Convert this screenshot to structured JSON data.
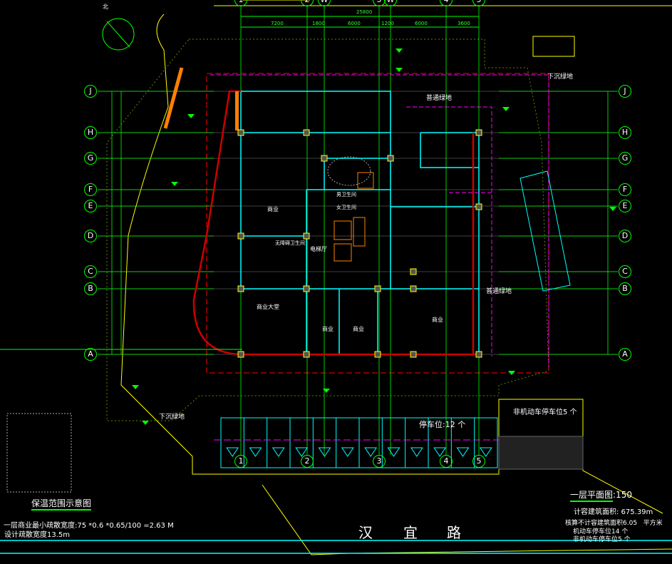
{
  "drawing": {
    "title": "一层平面图",
    "scale": ":150",
    "road_name": [
      "汉",
      "宜",
      "路"
    ],
    "insulation_diagram_title": "保温范围示意图",
    "evac_note": "一层商业最小疏散宽度:75 *0.6 *0.65/100 =2.63 M",
    "design_evac_width": "设计疏散宽度13.5m",
    "stats": {
      "far_area": "计容建筑面积: 675.39m",
      "non_far_area_label": "核算不计容建筑面积",
      "non_far_area_value": "6.05",
      "unit": "平方米",
      "car_parking": "机动车停车位14  个",
      "bike_parking": "非机动车停车位5  个"
    },
    "parking_label": "停车位:12  个",
    "bike_area_label": "非机动车停车位5  个",
    "sunken_garden_ne": "下沉绿地",
    "sunken_garden_sw": "下沉绿地",
    "green_label_1": "普通绿地",
    "green_label_2": "普通绿地",
    "room_labels": [
      "商业",
      "商业大堂",
      "商业",
      "商业",
      "商业",
      "电梯厅",
      "无障碍卫生间",
      "男卫生间",
      "女卫生间"
    ],
    "north_label": "北"
  },
  "grid": {
    "columns": [
      "1",
      "2",
      "W",
      "3",
      "W",
      "4",
      "5"
    ],
    "rows": [
      "J",
      "H",
      "G",
      "F",
      "E",
      "D",
      "C",
      "B",
      "A"
    ],
    "top_dims_total": "25800",
    "top_dims": [
      "7200",
      "1800",
      "6000",
      "1200",
      "6000",
      "3600"
    ]
  },
  "colors": {
    "grid": "#00ff00",
    "wall": "#00ffff",
    "boundary": "#ff0000",
    "magenta": "#ff00ff",
    "site": "#ffff00",
    "orange": "#ff8000"
  }
}
